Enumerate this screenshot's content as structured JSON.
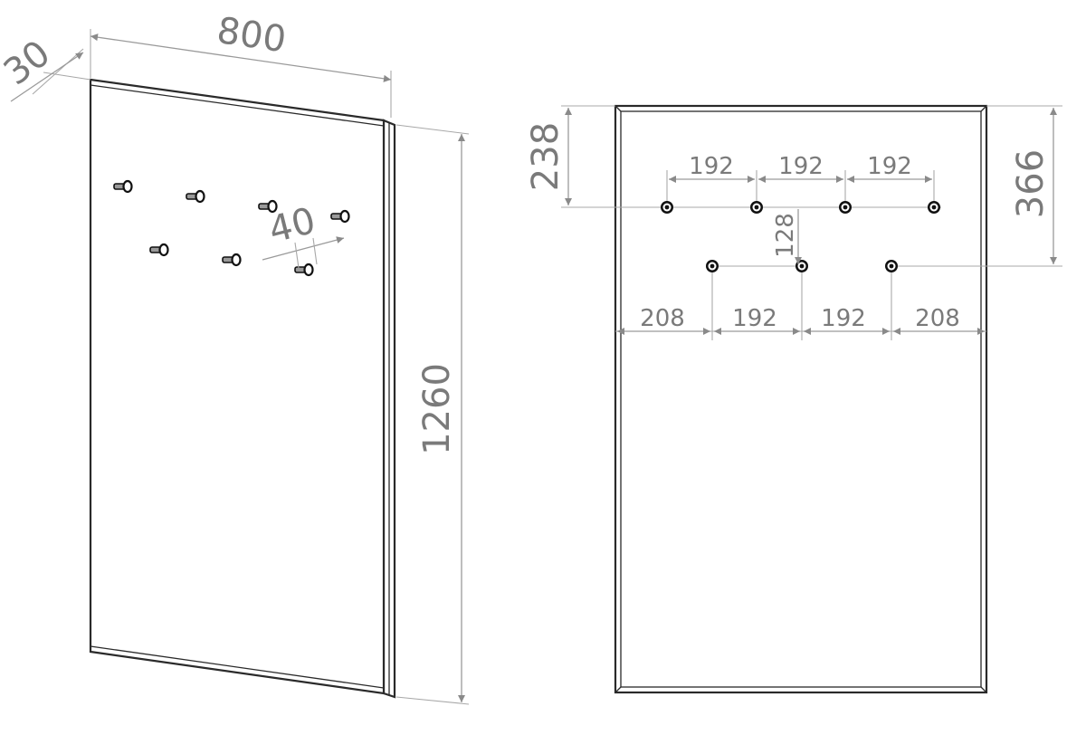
{
  "left_view": {
    "depth_label": "30",
    "width_label": "800",
    "height_label": "1260",
    "hook_diameter_label": "40"
  },
  "right_view": {
    "top_to_upper_row_label": "238",
    "top_to_lower_row_label": "366",
    "row_gap_label": "128",
    "upper_spacing_labels": [
      "192",
      "192",
      "192"
    ],
    "lower_spacing_labels": [
      "208",
      "192",
      "192",
      "208"
    ]
  },
  "colors": {
    "dimension": "#7a7a7a",
    "outline": "#2a2a2a"
  }
}
